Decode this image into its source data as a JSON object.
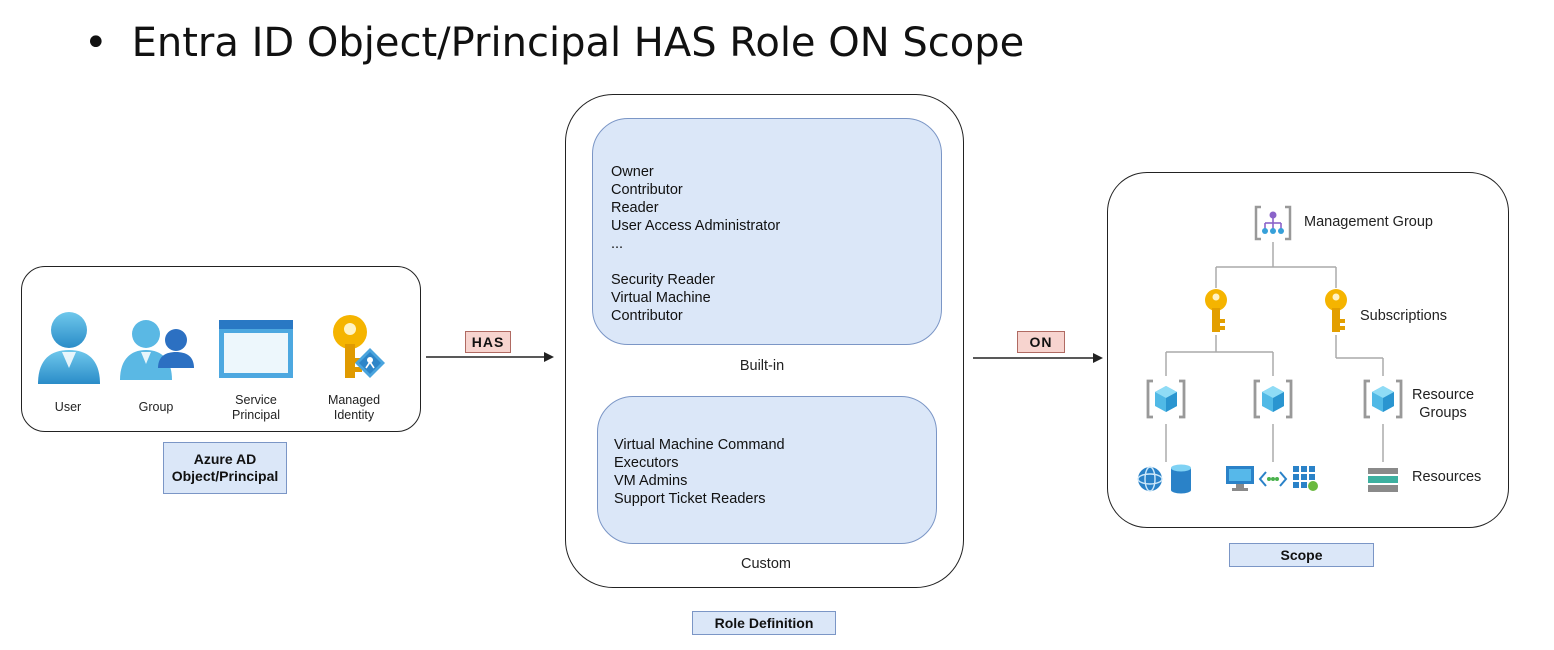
{
  "heading": {
    "bullet": "•",
    "text": "Entra ID Object/Principal HAS Role ON Scope"
  },
  "principals": {
    "items": [
      {
        "label": "User",
        "icon": "user-icon"
      },
      {
        "label": "Group",
        "icon": "group-icon"
      },
      {
        "label": "Service\nPrincipal",
        "icon": "service-principal-icon"
      },
      {
        "label": "Managed\nIdentity",
        "icon": "managed-identity-icon"
      }
    ],
    "caption": "Azure AD\nObject/Principal"
  },
  "connectors": {
    "has": "HAS",
    "on": "ON"
  },
  "role_definition": {
    "builtin_roles": "Owner\nContributor\nReader\nUser Access Administrator\n...\n\nSecurity Reader\nVirtual Machine\nContributor",
    "builtin_label": "Built-in",
    "custom_roles": "Virtual Machine Command\nExecutors\nVM Admins\nSupport Ticket Readers",
    "custom_label": "Custom",
    "caption": "Role Definition"
  },
  "scope": {
    "management_group": "Management Group",
    "subscriptions": "Subscriptions",
    "resource_groups": "Resource\nGroups",
    "resources": "Resources",
    "caption": "Scope"
  },
  "colors": {
    "azure_blue": "#3aa0d8",
    "key_gold": "#f5b400",
    "tag_blue": "#dbe7f8",
    "tag_red": "#f7d4cf"
  }
}
